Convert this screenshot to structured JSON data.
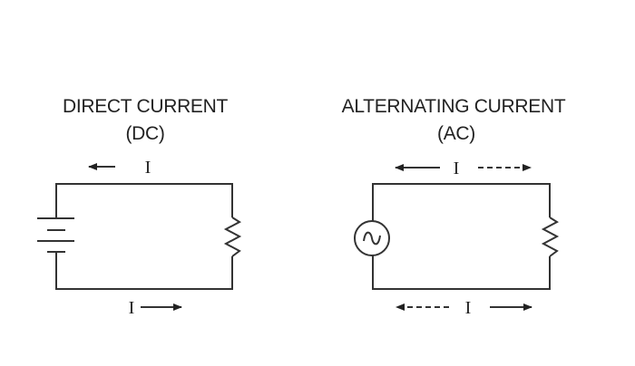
{
  "dc": {
    "title": "DIRECT CURRENT",
    "subtitle": "(DC)",
    "current_top": "I",
    "current_bottom": "I"
  },
  "ac": {
    "title": "ALTERNATING CURRENT",
    "subtitle": "(AC)",
    "current_top": "I",
    "current_bottom": "I"
  }
}
